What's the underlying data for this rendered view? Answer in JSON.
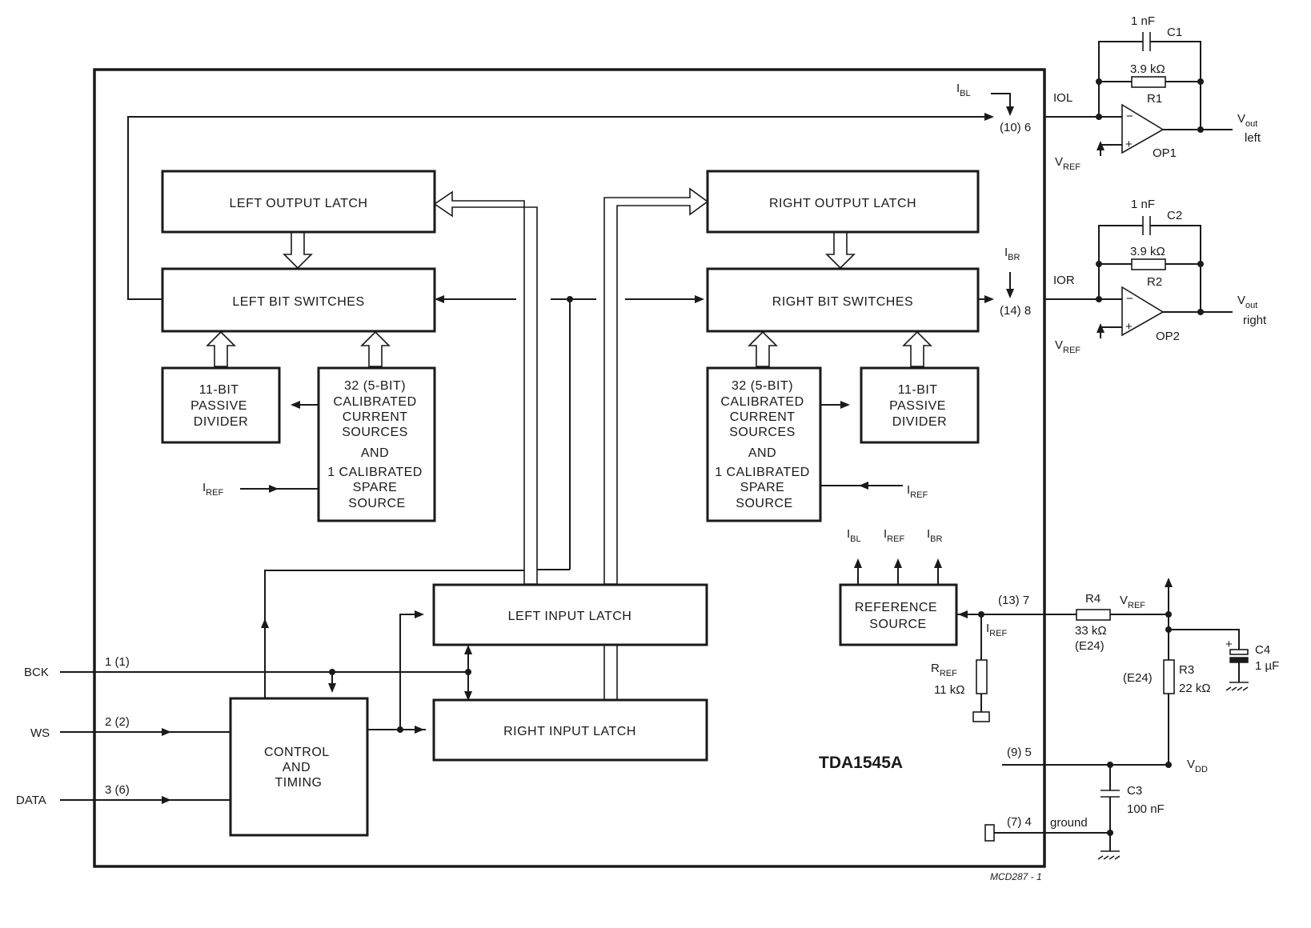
{
  "blocks": {
    "left_output_latch": "LEFT OUTPUT LATCH",
    "right_output_latch": "RIGHT OUTPUT LATCH",
    "left_bit_switches": "LEFT BIT SWITCHES",
    "right_bit_switches": "RIGHT BIT SWITCHES",
    "passive_divider": [
      "11-BIT",
      "PASSIVE",
      "DIVIDER"
    ],
    "current_sources": [
      "32 (5-BIT)",
      "CALIBRATED",
      "CURRENT",
      "SOURCES",
      "AND",
      "1 CALIBRATED",
      "SPARE",
      "SOURCE"
    ],
    "left_input_latch": "LEFT INPUT LATCH",
    "right_input_latch": "RIGHT INPUT LATCH",
    "control_timing": [
      "CONTROL",
      "AND",
      "TIMING"
    ],
    "reference_source": [
      "REFERENCE",
      "SOURCE"
    ]
  },
  "chip_name": "TDA1545A",
  "figure_code": "MCD287 - 1",
  "inputs": {
    "bck": {
      "name": "BCK",
      "pin": "1 (1)"
    },
    "ws": {
      "name": "WS",
      "pin": "2 (2)"
    },
    "data": {
      "name": "DATA",
      "pin": "3 (6)"
    }
  },
  "pins": {
    "iol_pin": "(10) 6",
    "ior_pin": "(14) 8",
    "vref_pin": "(13) 7",
    "vdd_pin": "(9) 5",
    "gnd_pin": "(7) 4"
  },
  "signals": {
    "i": "I",
    "ref": "REF",
    "bl": "BL",
    "br": "BR",
    "iol": "IOL",
    "ior": "IOR",
    "v": "V",
    "dd": "DD",
    "out": "out",
    "left": "left",
    "right": "right",
    "r": "R",
    "ground": "ground"
  },
  "components": {
    "c1": {
      "name": "C1",
      "value": "1 nF"
    },
    "r1": {
      "name": "R1",
      "value": "3.9 kΩ"
    },
    "op1": "OP1",
    "c2": {
      "name": "C2",
      "value": "1 nF"
    },
    "r2": {
      "name": "R2",
      "value": "3.9 kΩ"
    },
    "op2": "OP2",
    "r4": {
      "name": "R4",
      "value": "33 kΩ",
      "series": "(E24)"
    },
    "r3": {
      "name": "R3",
      "value": "22 kΩ",
      "series": "(E24)"
    },
    "c4": {
      "name": "C4",
      "value": "1 µF"
    },
    "c3": {
      "name": "C3",
      "value": "100 nF"
    },
    "rref": {
      "value": "11 kΩ"
    }
  }
}
